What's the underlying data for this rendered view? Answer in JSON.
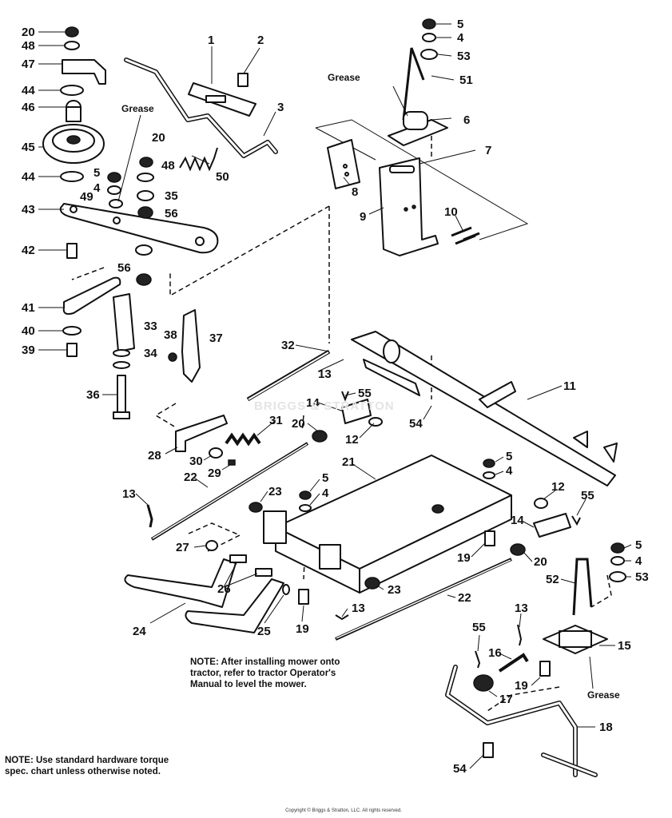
{
  "callouts": [
    {
      "label": "20"
    },
    {
      "label": "48"
    },
    {
      "label": "47"
    },
    {
      "label": "44"
    },
    {
      "label": "46"
    },
    {
      "label": "45"
    },
    {
      "label": "44"
    },
    {
      "label": "43"
    },
    {
      "label": "42"
    },
    {
      "label": "41"
    },
    {
      "label": "40"
    },
    {
      "label": "39"
    },
    {
      "label": "36"
    },
    {
      "label": "1"
    },
    {
      "label": "2"
    },
    {
      "label": "3"
    },
    {
      "label": "20"
    },
    {
      "label": "5"
    },
    {
      "label": "48"
    },
    {
      "label": "4"
    },
    {
      "label": "49"
    },
    {
      "label": "35"
    },
    {
      "label": "56"
    },
    {
      "label": "50"
    },
    {
      "label": "56"
    },
    {
      "label": "33"
    },
    {
      "label": "38"
    },
    {
      "label": "37"
    },
    {
      "label": "34"
    },
    {
      "label": "5"
    },
    {
      "label": "4"
    },
    {
      "label": "53"
    },
    {
      "label": "51"
    },
    {
      "label": "6"
    },
    {
      "label": "7"
    },
    {
      "label": "8"
    },
    {
      "label": "9"
    },
    {
      "label": "10"
    },
    {
      "label": "32"
    },
    {
      "label": "13"
    },
    {
      "label": "55"
    },
    {
      "label": "14"
    },
    {
      "label": "11"
    },
    {
      "label": "31"
    },
    {
      "label": "20"
    },
    {
      "label": "12"
    },
    {
      "label": "54"
    },
    {
      "label": "28"
    },
    {
      "label": "30"
    },
    {
      "label": "29"
    },
    {
      "label": "22"
    },
    {
      "label": "21"
    },
    {
      "label": "5"
    },
    {
      "label": "4"
    },
    {
      "label": "13"
    },
    {
      "label": "23"
    },
    {
      "label": "5"
    },
    {
      "label": "4"
    },
    {
      "label": "12"
    },
    {
      "label": "55"
    },
    {
      "label": "14"
    },
    {
      "label": "27"
    },
    {
      "label": "26"
    },
    {
      "label": "19"
    },
    {
      "label": "20"
    },
    {
      "label": "5"
    },
    {
      "label": "4"
    },
    {
      "label": "52"
    },
    {
      "label": "53"
    },
    {
      "label": "23"
    },
    {
      "label": "24"
    },
    {
      "label": "25"
    },
    {
      "label": "19"
    },
    {
      "label": "13"
    },
    {
      "label": "22"
    },
    {
      "label": "13"
    },
    {
      "label": "55"
    },
    {
      "label": "15"
    },
    {
      "label": "16"
    },
    {
      "label": "19"
    },
    {
      "label": "17"
    },
    {
      "label": "18"
    },
    {
      "label": "54"
    }
  ],
  "annotations": {
    "grease_top": "Grease",
    "grease_left": "Grease",
    "grease_bottom": "Grease"
  },
  "notes": {
    "mower": "NOTE: After installing mower onto tractor, refer to tractor Operator's Manual to level the mower.",
    "hardware": "NOTE: Use standard hardware torque spec. chart unless otherwise noted."
  },
  "watermark": "BRIGGS & STRATTON",
  "copyright": "Copyright © Briggs & Stratton, LLC. All rights reserved."
}
